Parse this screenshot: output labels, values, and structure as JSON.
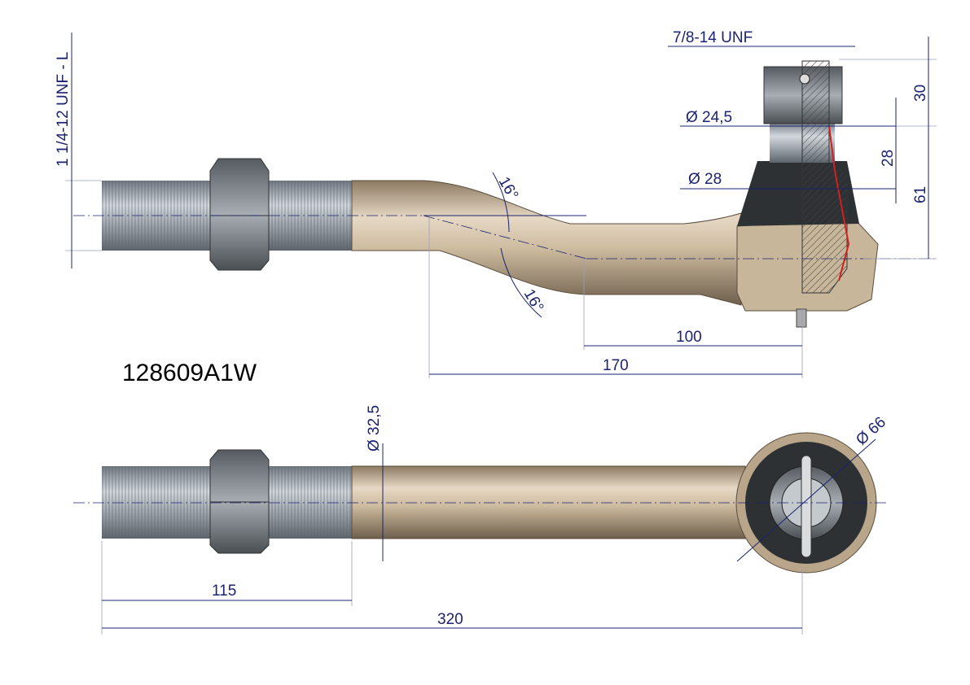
{
  "part_number": "128609A1W",
  "dimensions": {
    "thread_main": "1 1/4-12 UNF - L",
    "thread_stud": "7/8-14 UNF",
    "stud_30": "30",
    "dia_24_5": "Ø 24,5",
    "stud_28": "28",
    "dia_28": "Ø 28",
    "height_61": "61",
    "angle_top": "16°",
    "angle_bottom": "16°",
    "len_100": "100",
    "len_170": "170",
    "dia_32_5": "Ø 32,5",
    "dia_66": "Ø 66",
    "len_115": "115",
    "len_320": "320"
  },
  "colors": {
    "dimension": "#1c2370",
    "body": "#c9b79c",
    "thread": "#9aa3ad",
    "boot": "#2e3134"
  }
}
